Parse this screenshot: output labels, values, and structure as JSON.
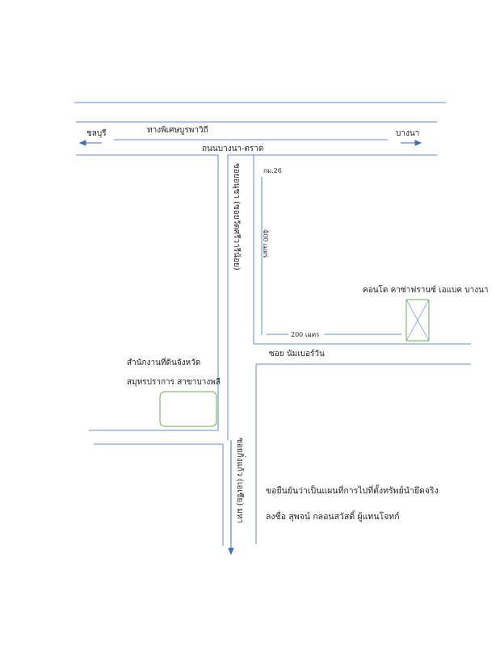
{
  "roads": {
    "top_road": "ทางพิเศษบูรพาวิถี",
    "main_road": "ถนนบางนา-ตราด",
    "left_direction": "ชลบุรี",
    "right_direction": "บางนา",
    "soi_left_vertical": "ซอยอนุชา (ซอยวัดศรีวารีน้อย)",
    "soi_lower_vertical": "ซอยกิ่งแก้ว (เอเชีย) มหา",
    "soi_number_one": "ซอย นัมเบอร์วัน"
  },
  "markers": {
    "km": "กม.26",
    "dist_400": "400 เมตร",
    "dist_200": "200 เมตร"
  },
  "places": {
    "condo": "คอนโด คาซ่าฟรานซ์ เอแบค บางนา",
    "land_office_line1": "สำนักงานที่ดินจังหวัด",
    "land_office_line2": "สมุทรปราการ สาขาบางพลี"
  },
  "certification": {
    "line1": "ขอยืนยันว่าเป็นแผนที่การไปที่ตั้งทรัพย์นำยึดจริง",
    "line2": "ลงชื่อ สุพจน์ กลอนสวัสดิ์ ผู้แทนโจทก์"
  },
  "colors": {
    "road_line": "#5b8ccf",
    "arrow": "#3f6fb5",
    "condo_box": "#6aab4a",
    "office_box": "#6aab4a",
    "text": "#222222"
  }
}
